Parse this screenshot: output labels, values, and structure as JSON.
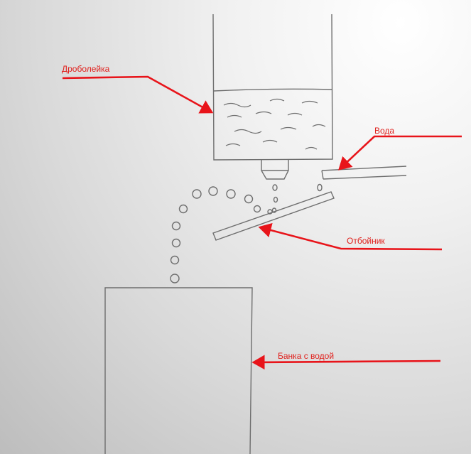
{
  "labels": {
    "shot_tower": "Дроболейка",
    "water": "Вода",
    "deflector": "Отбойник",
    "water_jar": "Банка с водой"
  },
  "colors": {
    "annotation": "#e0201c",
    "pencil": "#6e6e6e"
  }
}
